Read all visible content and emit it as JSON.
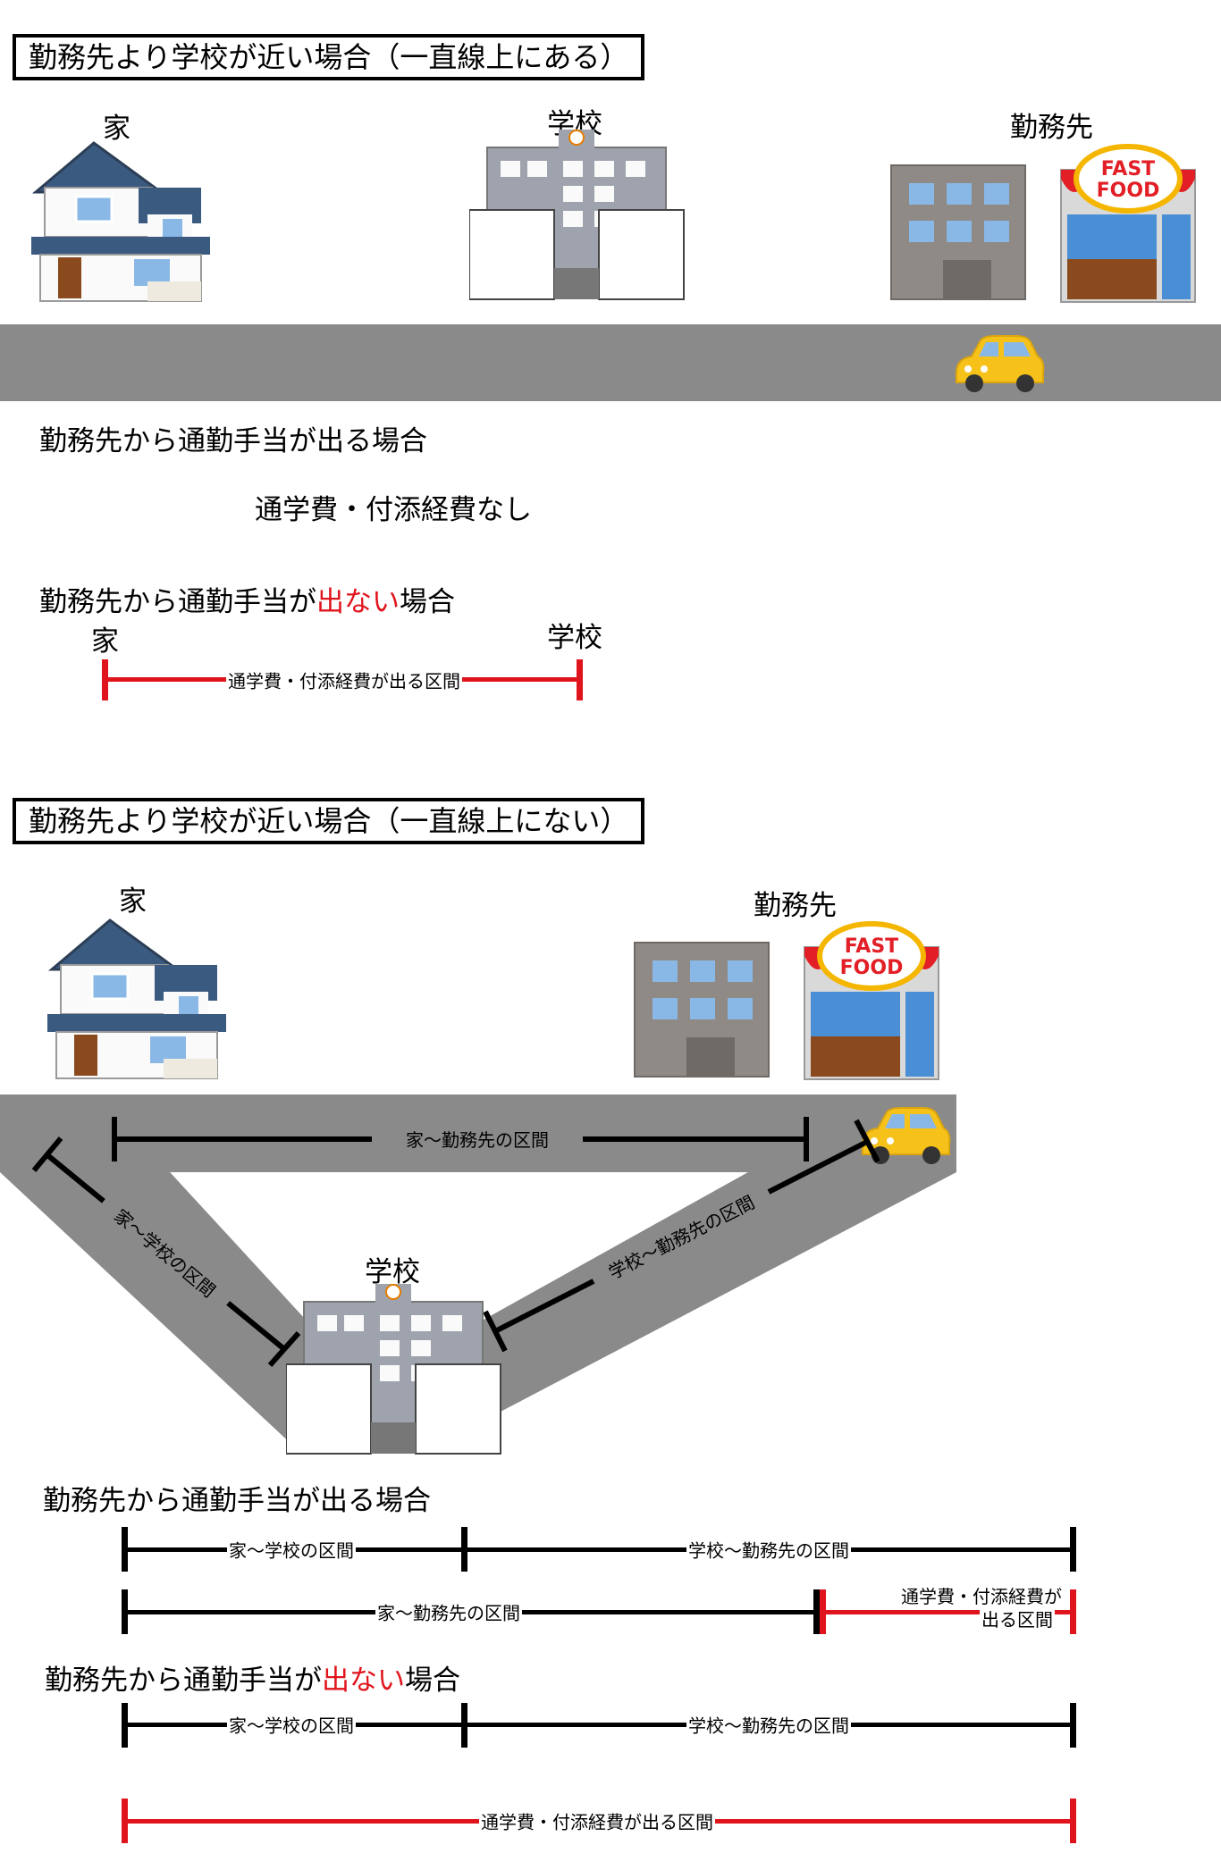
{
  "section1": {
    "title": "勤務先より学校が近い場合（一直線上にある）",
    "label_home": "家",
    "label_school": "学校",
    "label_work": "勤務先",
    "sign_line1": "FAST",
    "sign_line2": "FOOD",
    "case_paid": "勤務先から通勤手当が出る場合",
    "case_paid_result": "通学費・付添経費なし",
    "case_unpaid_prefix": "勤務先から通勤手当が",
    "case_unpaid_red": "出ない",
    "case_unpaid_suffix": "場合",
    "seg_home": "家",
    "seg_school": "学校",
    "seg_label": "通学費・付添経費が出る区間"
  },
  "section2": {
    "title": "勤務先より学校が近い場合（一直線上にない）",
    "label_home": "家",
    "label_school": "学校",
    "label_work": "勤務先",
    "sign_line1": "FAST",
    "sign_line2": "FOOD",
    "road_home_work": "家〜勤務先の区間",
    "road_home_school": "家〜学校の区間",
    "road_school_work": "学校〜勤務先の区間",
    "case_paid": "勤務先から通勤手当が出る場合",
    "paid_row1_a": "家〜学校の区間",
    "paid_row1_b": "学校〜勤務先の区間",
    "paid_row2_a": "家〜勤務先の区間",
    "paid_row2_b_line1": "通学費・付添経費が",
    "paid_row2_b_line2": "出る区間",
    "case_unpaid_prefix": "勤務先から通勤手当が",
    "case_unpaid_red": "出ない",
    "case_unpaid_suffix": "場合",
    "unpaid_row1_a": "家〜学校の区間",
    "unpaid_row1_b": "学校〜勤務先の区間",
    "unpaid_row2": "通学費・付添経費が出る区間"
  },
  "colors": {
    "road": "#8a8a8a",
    "red": "#e0141c",
    "black": "#000000",
    "car": "#f6c21a"
  }
}
